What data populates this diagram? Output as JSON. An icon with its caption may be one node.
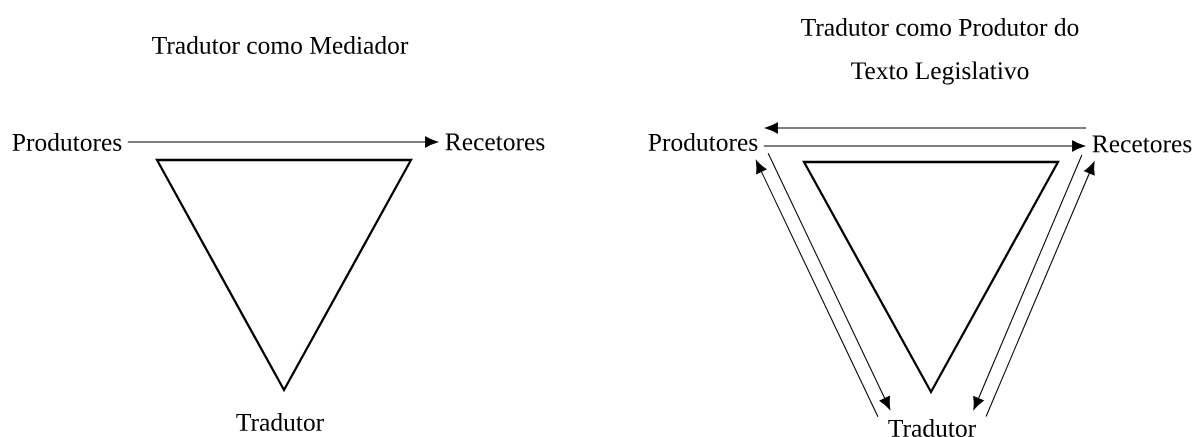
{
  "diagram": {
    "nodes": [
      {
        "text": [
          "Produtores"
        ]
      },
      {
        "text": [
          "Recetores"
        ]
      },
      {
        "text": [
          "Tradutor"
        ]
      },
      {
        "text": [],
        "shape": "triangle"
      },
      {
        "text": [
          "Produtores"
        ]
      },
      {
        "text": [
          "Recetores"
        ]
      },
      {
        "text": [
          "Tradutor"
        ]
      },
      {
        "text": [],
        "shape": "triangle"
      }
    ],
    "edges": [
      {
        "from": 0,
        "to": 1,
        "arrow": "to"
      },
      {
        "from": 5,
        "to": 4,
        "arrow": "to"
      },
      {
        "from": 4,
        "to": 5,
        "arrow": "to"
      },
      {
        "from": 6,
        "to": 4,
        "arrow": "to"
      },
      {
        "from": 4,
        "to": 6,
        "arrow": "to"
      },
      {
        "from": 5,
        "to": 6,
        "arrow": "to"
      },
      {
        "from": 6,
        "to": 5,
        "arrow": "to"
      }
    ],
    "labels": [
      "Tradutor como Mediador",
      "Tradutor como Produtor do",
      "Texto Legislativo"
    ]
  }
}
